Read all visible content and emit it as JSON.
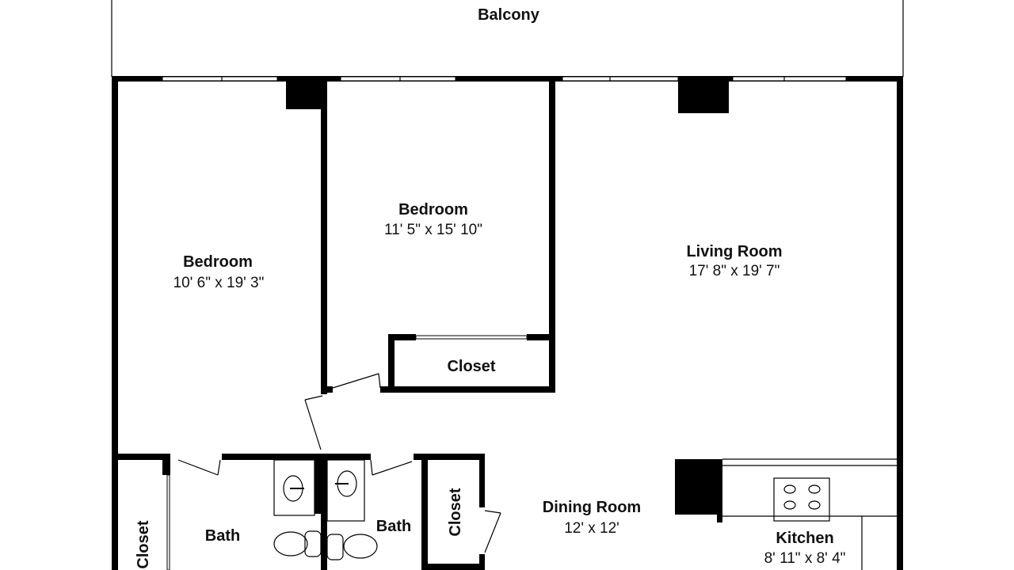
{
  "rooms": {
    "balcony": {
      "name": "Balcony"
    },
    "bedroom_1": {
      "name": "Bedroom",
      "size": "10' 6\" x 19' 3\""
    },
    "bedroom_2": {
      "name": "Bedroom",
      "size": "11' 5\" x 15' 10\""
    },
    "living_room": {
      "name": "Living Room",
      "size": "17' 8\" x 19' 7\""
    },
    "closet_bedroom_2": {
      "name": "Closet"
    },
    "closet_left": {
      "name": "Closet"
    },
    "bath_1": {
      "name": "Bath"
    },
    "bath_2": {
      "name": "Bath"
    },
    "closet_hall": {
      "name": "Closet"
    },
    "dining_room": {
      "name": "Dining Room",
      "size": "12' x 12'"
    },
    "kitchen": {
      "name": "Kitchen",
      "size": "8' 11\" x 8' 4\""
    }
  }
}
